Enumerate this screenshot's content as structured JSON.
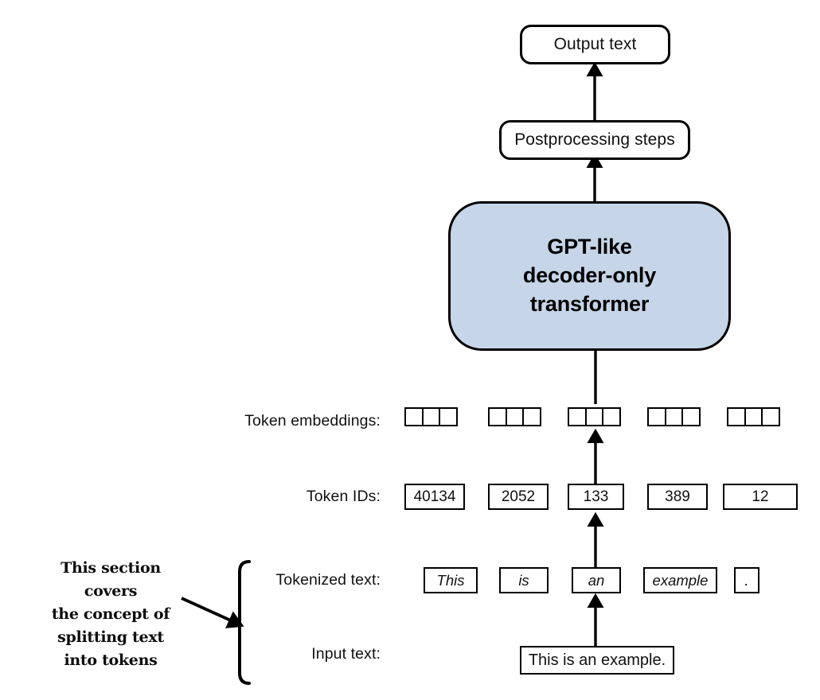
{
  "diagram": {
    "title": "LLM text processing pipeline",
    "accent_color": "#c6d5e8",
    "line_color": "#000000",
    "background": "#ffffff"
  },
  "nodes": {
    "output_text": "Output text",
    "postprocessing": "Postprocessing steps",
    "transformer_line1": "GPT-like",
    "transformer_line2": "decoder-only",
    "transformer_line3": "transformer"
  },
  "row_labels": {
    "token_embeddings": "Token embeddings:",
    "token_ids": "Token IDs:",
    "tokenized_text": "Tokenized text:",
    "input_text": "Input text:"
  },
  "token_ids": [
    "40134",
    "2052",
    "133",
    "389",
    "12"
  ],
  "tokens": [
    "This",
    "is",
    "an",
    "example",
    "."
  ],
  "embeddings": {
    "groups": 5,
    "cells_per_group": 3
  },
  "input_text_value": "This is an example.",
  "annotation": {
    "line1": "This section covers",
    "line2": "the concept of",
    "line3": "splitting text",
    "line4": "into tokens"
  }
}
